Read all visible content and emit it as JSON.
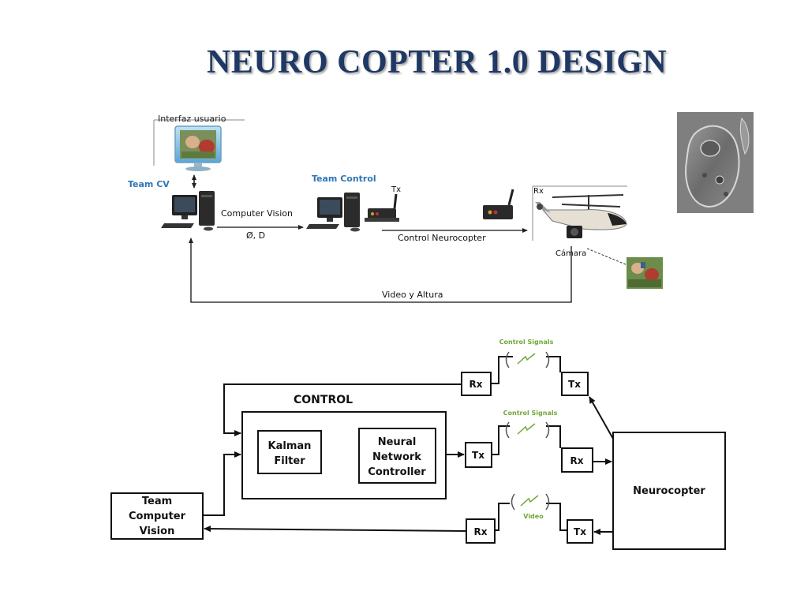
{
  "title": "NEURO COPTER 1.0 DESIGN",
  "top_diagram": {
    "interfaz_label": "Interfaz usuario",
    "team_cv_label": "Team CV",
    "computer_vision_label": "Computer Vision",
    "phi_d_label": "Ø, D",
    "team_control_label": "Team Control",
    "tx_label": "Tx",
    "rx_label": "Rx",
    "control_neurocopter_label": "Control Neurocopter",
    "camara_label": "Cámara",
    "video_altura_label": "Video y Altura"
  },
  "bottom_diagram": {
    "control_title": "CONTROL",
    "kalman_line1": "Kalman",
    "kalman_line2": "Filter",
    "nn_line1": "Neural",
    "nn_line2": "Network",
    "nn_line3": "Controller",
    "team_cv_line1": "Team",
    "team_cv_line2": "Computer",
    "team_cv_line3": "Vision",
    "neurocopter_label": "Neurocopter",
    "rx_top": "Rx",
    "tx_top": "Tx",
    "tx_mid": "Tx",
    "rx_mid": "Rx",
    "rx_bottom": "Rx",
    "tx_bottom": "Tx",
    "control_signals_1": "Control Signals",
    "control_signals_2": "Control Signals",
    "video_label": "Video"
  },
  "colors": {
    "title": "#1f3864",
    "team_blue": "#2e75b6",
    "signal_green": "#70a83a"
  }
}
